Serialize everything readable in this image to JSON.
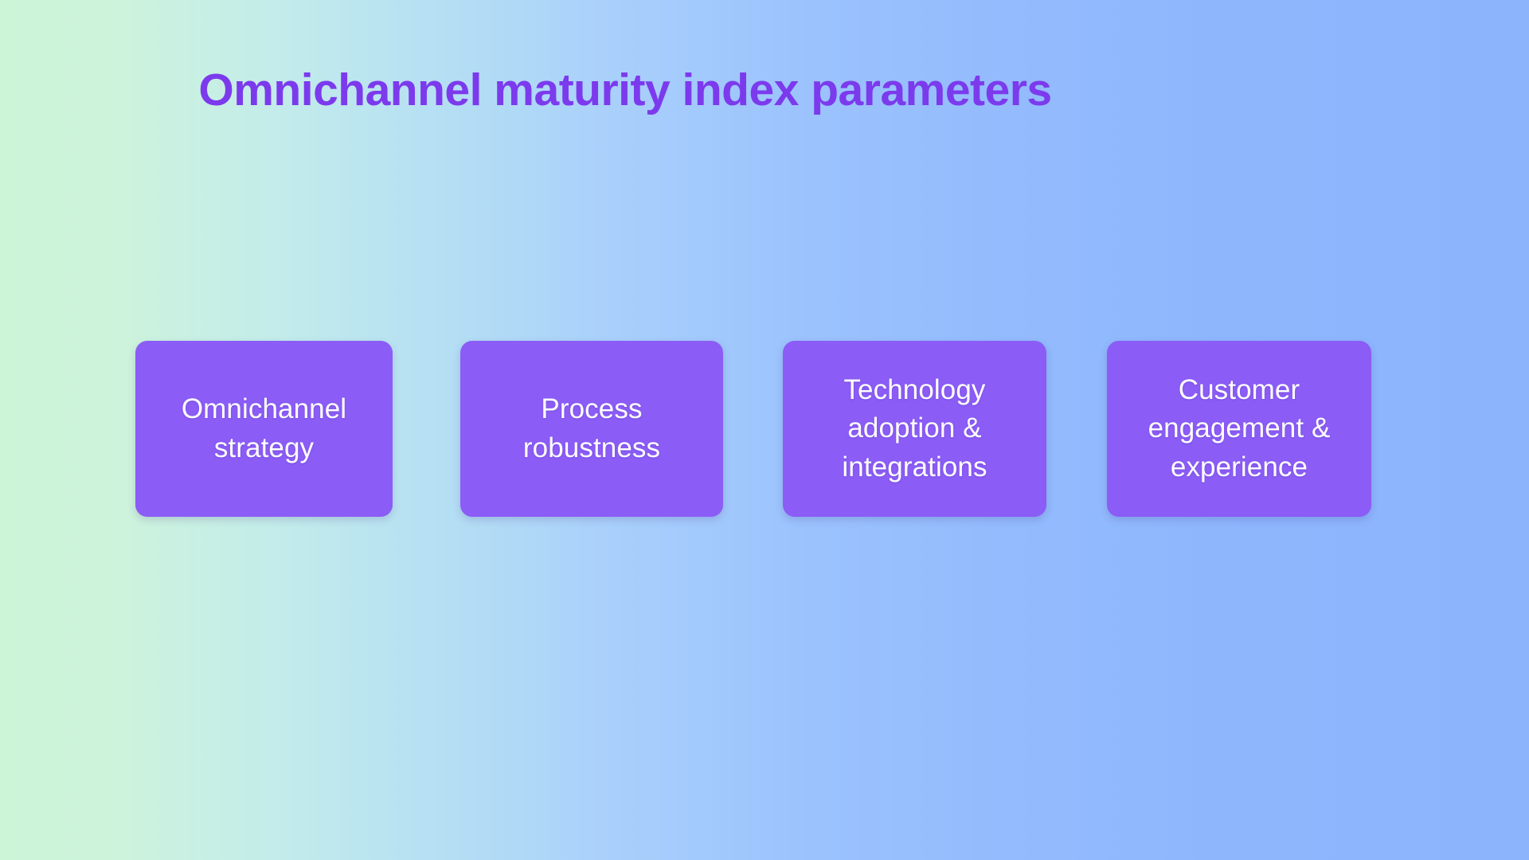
{
  "slide": {
    "title": "Omnichannel maturity index parameters",
    "title_color": "#7c3aed",
    "background": {
      "type": "linear-gradient-horizontal",
      "from_color": "#ccf5d7",
      "to_color": "#8cb4fd"
    }
  },
  "cards": {
    "card_color": "#8b5cf6",
    "card_text_color": "#ffffff",
    "items": [
      {
        "label": "Omnichannel\nstrategy"
      },
      {
        "label": "Process\nrobustness"
      },
      {
        "label": "Technology\nadoption &\nintegrations"
      },
      {
        "label": "Customer\nengagement &\nexperience"
      }
    ]
  }
}
